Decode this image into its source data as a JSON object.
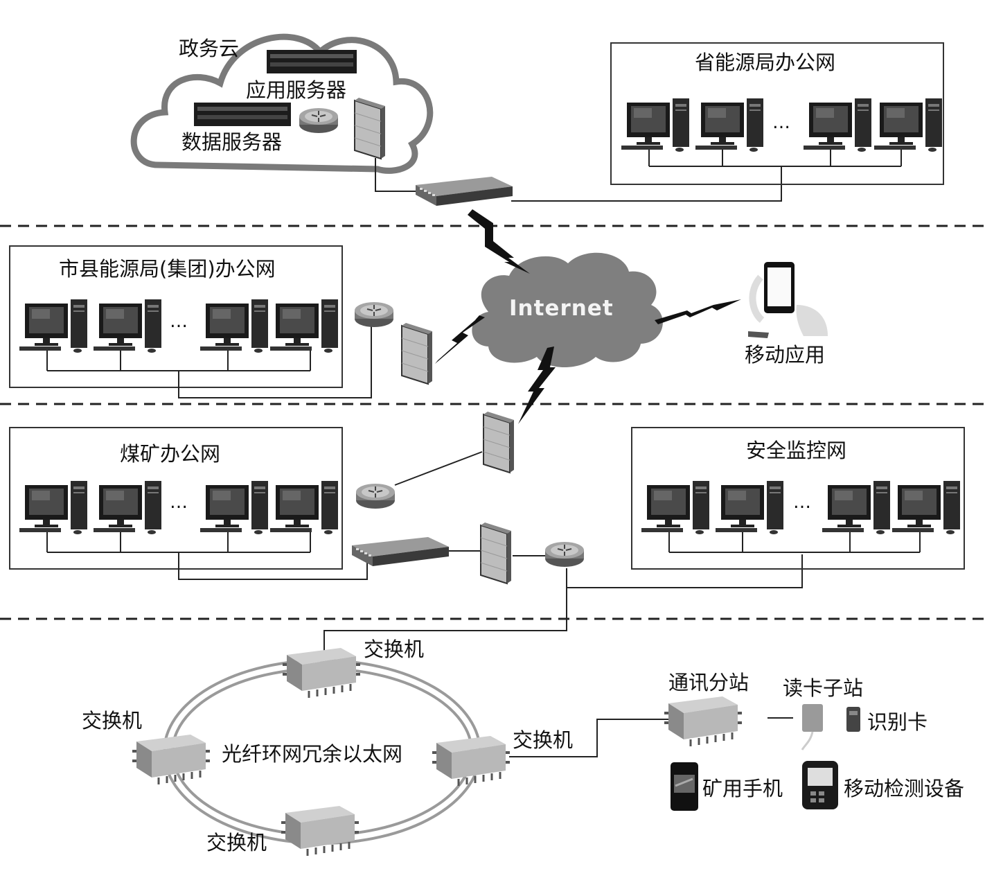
{
  "cloud": {
    "title": "政务云",
    "app_server": "应用服务器",
    "data_server": "数据服务器"
  },
  "internet": {
    "label": "Internet"
  },
  "mobile": {
    "label": "移动应用"
  },
  "provincial_lan": {
    "title": "省能源局办公网",
    "ellipsis": "…"
  },
  "city_lan": {
    "title": "市县能源局(集团)办公网",
    "ellipsis": "…"
  },
  "mine_lan": {
    "title": "煤矿办公网",
    "ellipsis": "…"
  },
  "safety_lan": {
    "title": "安全监控网",
    "ellipsis": "…"
  },
  "ring": {
    "label": "光纤环网冗余以太网",
    "switch_top": "交换机",
    "switch_left": "交换机",
    "switch_right": "交换机",
    "switch_bottom": "交换机"
  },
  "devices": {
    "comm_substation": "通讯分站",
    "card_reader": "读卡子站",
    "id_card": "识别卡",
    "mine_phone": "矿用手机",
    "mobile_detector": "移动检测设备"
  }
}
